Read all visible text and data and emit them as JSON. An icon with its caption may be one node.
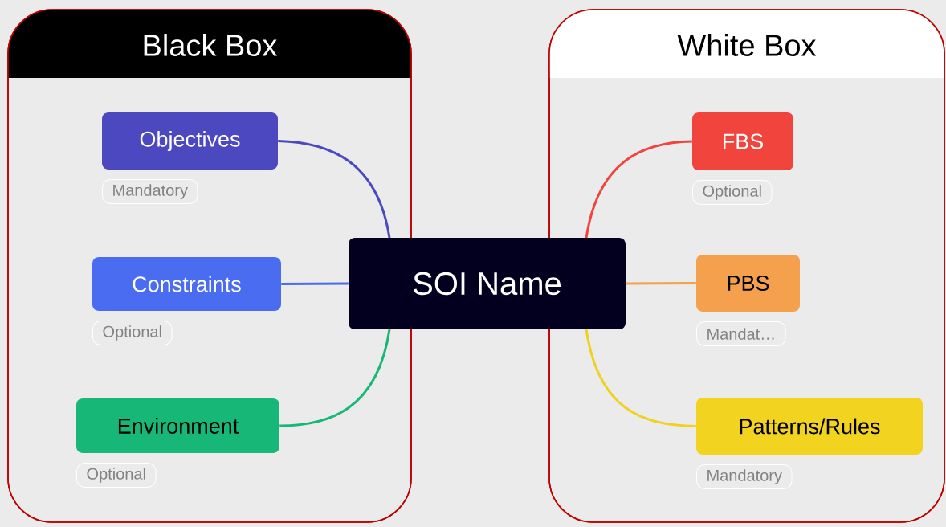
{
  "diagram": {
    "nodes": [
      {
        "text": [
          "Black Box"
        ]
      },
      {
        "text": [
          "White Box"
        ]
      },
      {
        "text": [
          "SOI Name"
        ]
      },
      {
        "text": [
          "Objectives"
        ],
        "in": 0,
        "beside": [
          "Mandatory"
        ]
      },
      {
        "text": [
          "Constraints"
        ],
        "in": 0,
        "beside": [
          "Optional"
        ]
      },
      {
        "text": [
          "Environment"
        ],
        "in": 0,
        "beside": [
          "Optional"
        ]
      },
      {
        "text": [
          "FBS"
        ],
        "in": 1,
        "beside": [
          "Optional"
        ]
      },
      {
        "text": [
          "PBS"
        ],
        "in": 1,
        "beside": [
          "Mandat…"
        ]
      },
      {
        "text": [
          "Patterns/Rules"
        ],
        "in": 1,
        "beside": [
          "Mandatory"
        ]
      }
    ],
    "edges": [
      {
        "from": 2,
        "to": 3,
        "arrow": "none",
        "color": "#4b48c0"
      },
      {
        "from": 2,
        "to": 4,
        "arrow": "none",
        "color": "#4a6cf0"
      },
      {
        "from": 2,
        "to": 5,
        "arrow": "none",
        "color": "#17b877"
      },
      {
        "from": 2,
        "to": 6,
        "arrow": "none",
        "color": "#f0443c"
      },
      {
        "from": 2,
        "to": 7,
        "arrow": "none",
        "color": "#f5a04c"
      },
      {
        "from": 2,
        "to": 8,
        "arrow": "none",
        "color": "#f0d020"
      }
    ]
  }
}
